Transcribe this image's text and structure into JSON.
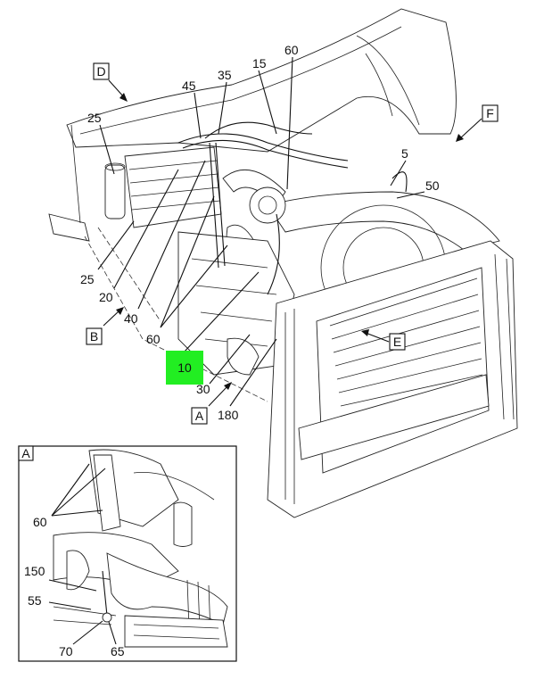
{
  "view_labels": {
    "d": "D",
    "f": "F",
    "b": "B",
    "a": "A",
    "e": "E",
    "inset": "A"
  },
  "callouts": {
    "c25_top": "25",
    "c45": "45",
    "c35": "35",
    "c15": "15",
    "c60_top": "60",
    "c5": "5",
    "c50": "50",
    "c25_bottom": "25",
    "c20": "20",
    "c40": "40",
    "c60_mid": "60",
    "c10": "10",
    "c30": "30",
    "c180": "180",
    "inset_60": "60",
    "inset_150": "150",
    "inset_55": "55",
    "inset_70": "70",
    "inset_65": "65"
  },
  "colors": {
    "highlight": "#22ee22",
    "line": "#111111"
  }
}
